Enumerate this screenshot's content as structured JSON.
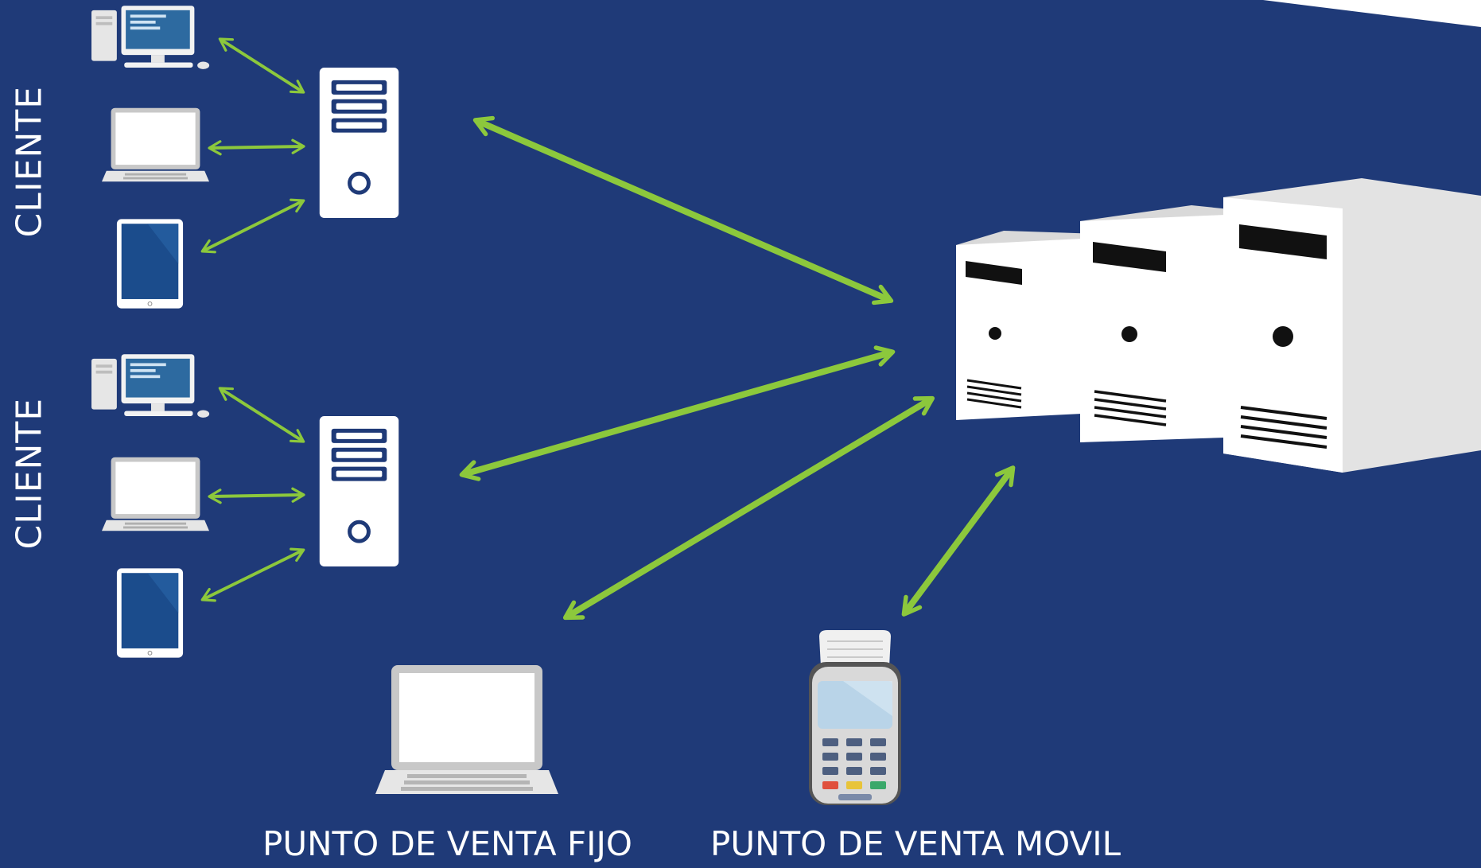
{
  "labels": {
    "group_top": "CLIENTE",
    "group_bottom": "CLIENTE",
    "pos_fixed": "PUNTO DE VENTA FIJO",
    "pos_mobile": "PUNTO DE VENTA MOVIL"
  },
  "colors": {
    "background": "#1f3a78",
    "arrow": "#8cc83c",
    "device": "#ffffff"
  },
  "icons": [
    "desktop-computer-icon",
    "laptop-icon",
    "tablet-icon",
    "local-server-icon",
    "datacenter-servers-icon",
    "payment-terminal-icon"
  ]
}
